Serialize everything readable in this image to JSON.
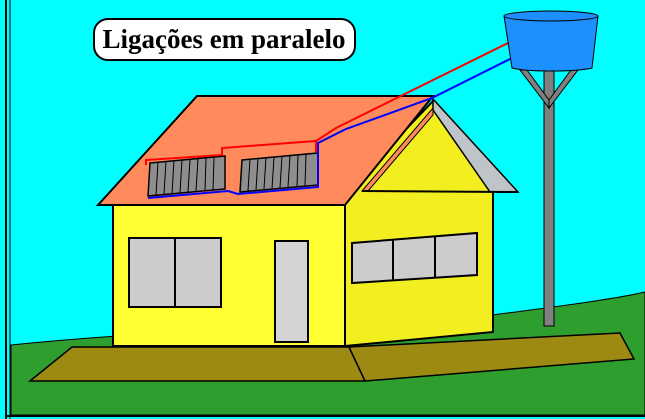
{
  "title": "Ligações em paralelo",
  "colors": {
    "sky": "#01FFFF",
    "grass": "#2E9E2E",
    "house_wall": "#FFFF33",
    "house_wall_side": "#F2EE20",
    "roof": "#FF8A5C",
    "roof_side": "#BFC4C8",
    "window": "#CCCCCC",
    "door": "#D4D4D4",
    "walkway": "#9C8A12",
    "tank": "#1E8FFF",
    "tower": "#808080",
    "pipe_hot": "#FF0000",
    "pipe_cold": "#0000FF",
    "collector": "#8E8E8E"
  },
  "icons": [
    "house",
    "solar-collector",
    "water-tank",
    "water-tower",
    "hot-water-pipe",
    "cold-water-pipe"
  ]
}
